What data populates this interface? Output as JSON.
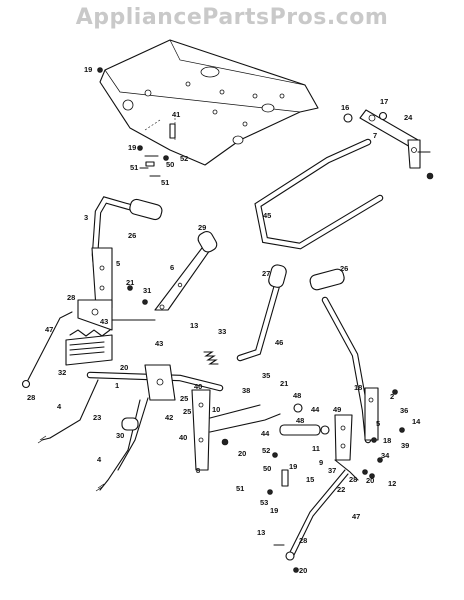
{
  "watermark": "AppliancePartsPros.com",
  "callouts": [
    {
      "id": "c19a",
      "text": "19"
    },
    {
      "id": "c41",
      "text": "41"
    },
    {
      "id": "c19b",
      "text": "19"
    },
    {
      "id": "c50a",
      "text": "50"
    },
    {
      "id": "c52a",
      "text": "52"
    },
    {
      "id": "c51a",
      "text": "51"
    },
    {
      "id": "c51b",
      "text": "51"
    },
    {
      "id": "c16",
      "text": "16"
    },
    {
      "id": "c17",
      "text": "17"
    },
    {
      "id": "c7",
      "text": "7"
    },
    {
      "id": "c24",
      "text": "24"
    },
    {
      "id": "c3",
      "text": "3"
    },
    {
      "id": "c26a",
      "text": "26"
    },
    {
      "id": "c29",
      "text": "29"
    },
    {
      "id": "c45",
      "text": "45"
    },
    {
      "id": "c5a",
      "text": "5"
    },
    {
      "id": "c6",
      "text": "6"
    },
    {
      "id": "c27",
      "text": "27"
    },
    {
      "id": "c26b",
      "text": "26"
    },
    {
      "id": "c21a",
      "text": "21"
    },
    {
      "id": "c31",
      "text": "31"
    },
    {
      "id": "c28a",
      "text": "28"
    },
    {
      "id": "c13a",
      "text": "13"
    },
    {
      "id": "c43a",
      "text": "43"
    },
    {
      "id": "c47a",
      "text": "47"
    },
    {
      "id": "c33",
      "text": "33"
    },
    {
      "id": "c46",
      "text": "46"
    },
    {
      "id": "c43b",
      "text": "43"
    },
    {
      "id": "c32",
      "text": "32"
    },
    {
      "id": "c20a",
      "text": "20"
    },
    {
      "id": "c28b",
      "text": "28"
    },
    {
      "id": "c1",
      "text": "1"
    },
    {
      "id": "c35",
      "text": "35"
    },
    {
      "id": "c40a",
      "text": "40"
    },
    {
      "id": "c38",
      "text": "38"
    },
    {
      "id": "c21b",
      "text": "21"
    },
    {
      "id": "c18a",
      "text": "18"
    },
    {
      "id": "c2",
      "text": "2"
    },
    {
      "id": "c4a",
      "text": "4"
    },
    {
      "id": "c25a",
      "text": "25"
    },
    {
      "id": "c48a",
      "text": "48"
    },
    {
      "id": "c36",
      "text": "36"
    },
    {
      "id": "c23",
      "text": "23"
    },
    {
      "id": "c42",
      "text": "42"
    },
    {
      "id": "c10",
      "text": "10"
    },
    {
      "id": "c44a",
      "text": "44"
    },
    {
      "id": "c49",
      "text": "49"
    },
    {
      "id": "c14",
      "text": "14"
    },
    {
      "id": "c25b",
      "text": "25"
    },
    {
      "id": "c5b",
      "text": "5"
    },
    {
      "id": "c30",
      "text": "30"
    },
    {
      "id": "c40b",
      "text": "40"
    },
    {
      "id": "c48b",
      "text": "48"
    },
    {
      "id": "c39",
      "text": "39"
    },
    {
      "id": "c44b",
      "text": "44"
    },
    {
      "id": "c11",
      "text": "11"
    },
    {
      "id": "c18b",
      "text": "18"
    },
    {
      "id": "c20b",
      "text": "20"
    },
    {
      "id": "c52b",
      "text": "52"
    },
    {
      "id": "c9",
      "text": "9"
    },
    {
      "id": "c37",
      "text": "37"
    },
    {
      "id": "c19c",
      "text": "19"
    },
    {
      "id": "c34",
      "text": "34"
    },
    {
      "id": "c4b",
      "text": "4"
    },
    {
      "id": "c8",
      "text": "8"
    },
    {
      "id": "c50b",
      "text": "50"
    },
    {
      "id": "c15",
      "text": "15"
    },
    {
      "id": "c28c",
      "text": "28"
    },
    {
      "id": "c20c",
      "text": "20"
    },
    {
      "id": "c12",
      "text": "12"
    },
    {
      "id": "c22",
      "text": "22"
    },
    {
      "id": "c51c",
      "text": "51"
    },
    {
      "id": "c53",
      "text": "53"
    },
    {
      "id": "c19d",
      "text": "19"
    },
    {
      "id": "c47b",
      "text": "47"
    },
    {
      "id": "c13b",
      "text": "13"
    },
    {
      "id": "c28d",
      "text": "28"
    },
    {
      "id": "c20d",
      "text": "20"
    }
  ]
}
